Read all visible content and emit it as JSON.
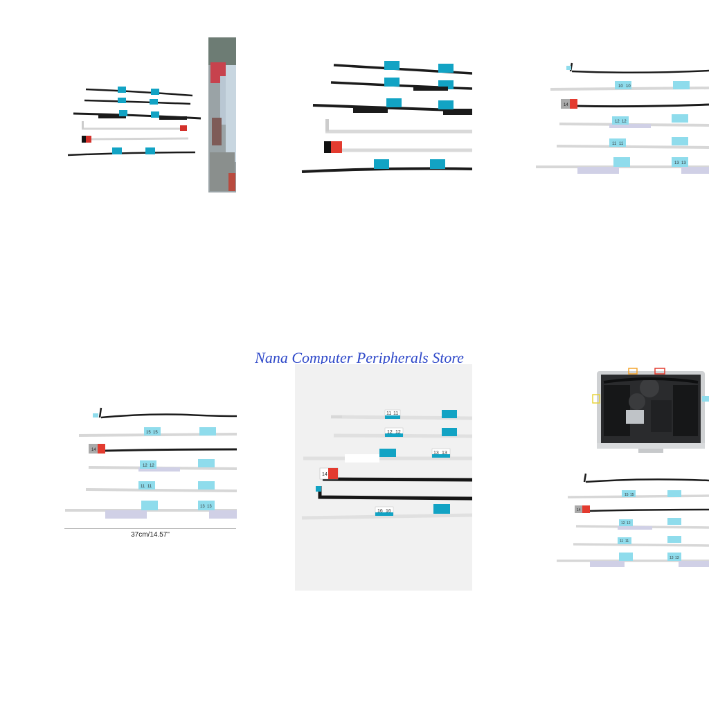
{
  "store": {
    "name": "Nana Computer Peripherals Store"
  },
  "measurement": {
    "label": "37cm/14.57\""
  },
  "strip_labels": {
    "s10": "10",
    "s11": "11",
    "s12": "12",
    "s13": "13",
    "s14": "14",
    "s15": "15",
    "s16": "16"
  },
  "colors": {
    "tab_teal": "#12a3c4",
    "tab_light": "#8fdcec",
    "strip_black": "#161616",
    "tab_red": "#e33b2f",
    "brand_blue": "#2f49c9"
  }
}
